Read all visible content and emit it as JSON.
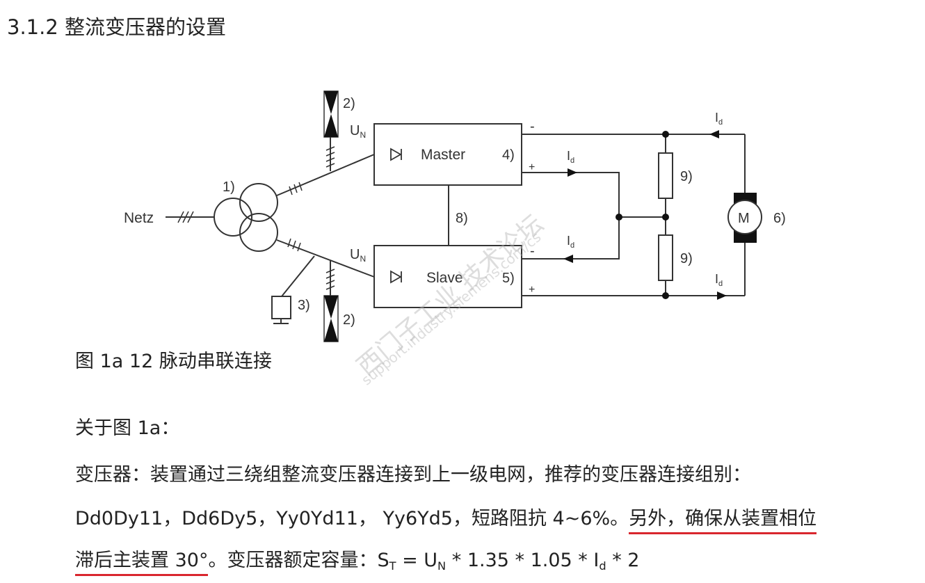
{
  "heading": "3.1.2  整流变压器的设置",
  "diagram": {
    "netz": "Netz",
    "master": "Master",
    "slave": "Slave",
    "un": "U",
    "un_sub": "N",
    "id": "I",
    "id_sub": "d",
    "minus": "-",
    "plus": "+",
    "motor": "M",
    "labels": {
      "transformer": "1)",
      "arrester": "2)",
      "device3": "3)",
      "master": "4)",
      "slave": "5)",
      "motor": "6)",
      "link": "8)",
      "resistor": "9)"
    }
  },
  "caption": "图 1a 12 脉动串联连接",
  "watermark": {
    "line1": "西门子工业 技术论坛",
    "line2": "support.industry.siemens.com/cs"
  },
  "paragraphs": {
    "p1": "关于图 1a：",
    "p2": "变压器：装置通过三绕组整流变压器连接到上一级电网，推荐的变压器连接组别：",
    "p3_a": "Dd0Dy11，Dd6Dy5，Yy0Yd11， Yy6Yd5，短路阻抗 4~6%。",
    "p3_b": "另外，确保从装置相位",
    "p4_a": "滞后主装置 30°",
    "p4_b": "。变压器额定容量：S",
    "p4_s1": "T",
    "p4_c": " = U",
    "p4_s2": "N",
    "p4_d": " * 1.35 * 1.05 * I",
    "p4_s3": "d",
    "p4_e": " * 2"
  },
  "colors": {
    "underline": "#d9262e"
  }
}
